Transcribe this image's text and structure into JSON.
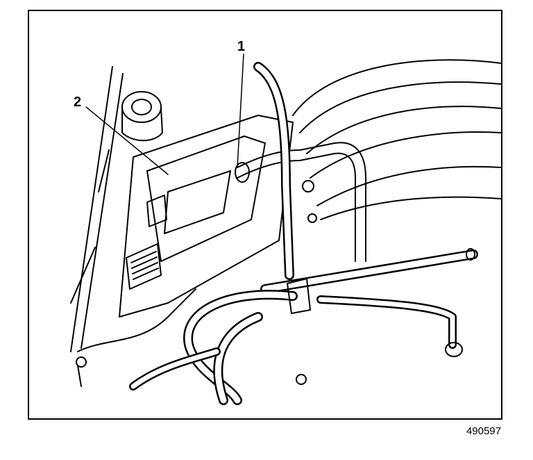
{
  "diagram": {
    "callouts": [
      {
        "label": "1",
        "name": "callout-1"
      },
      {
        "label": "2",
        "name": "callout-2"
      }
    ],
    "figure_id": "490597"
  }
}
